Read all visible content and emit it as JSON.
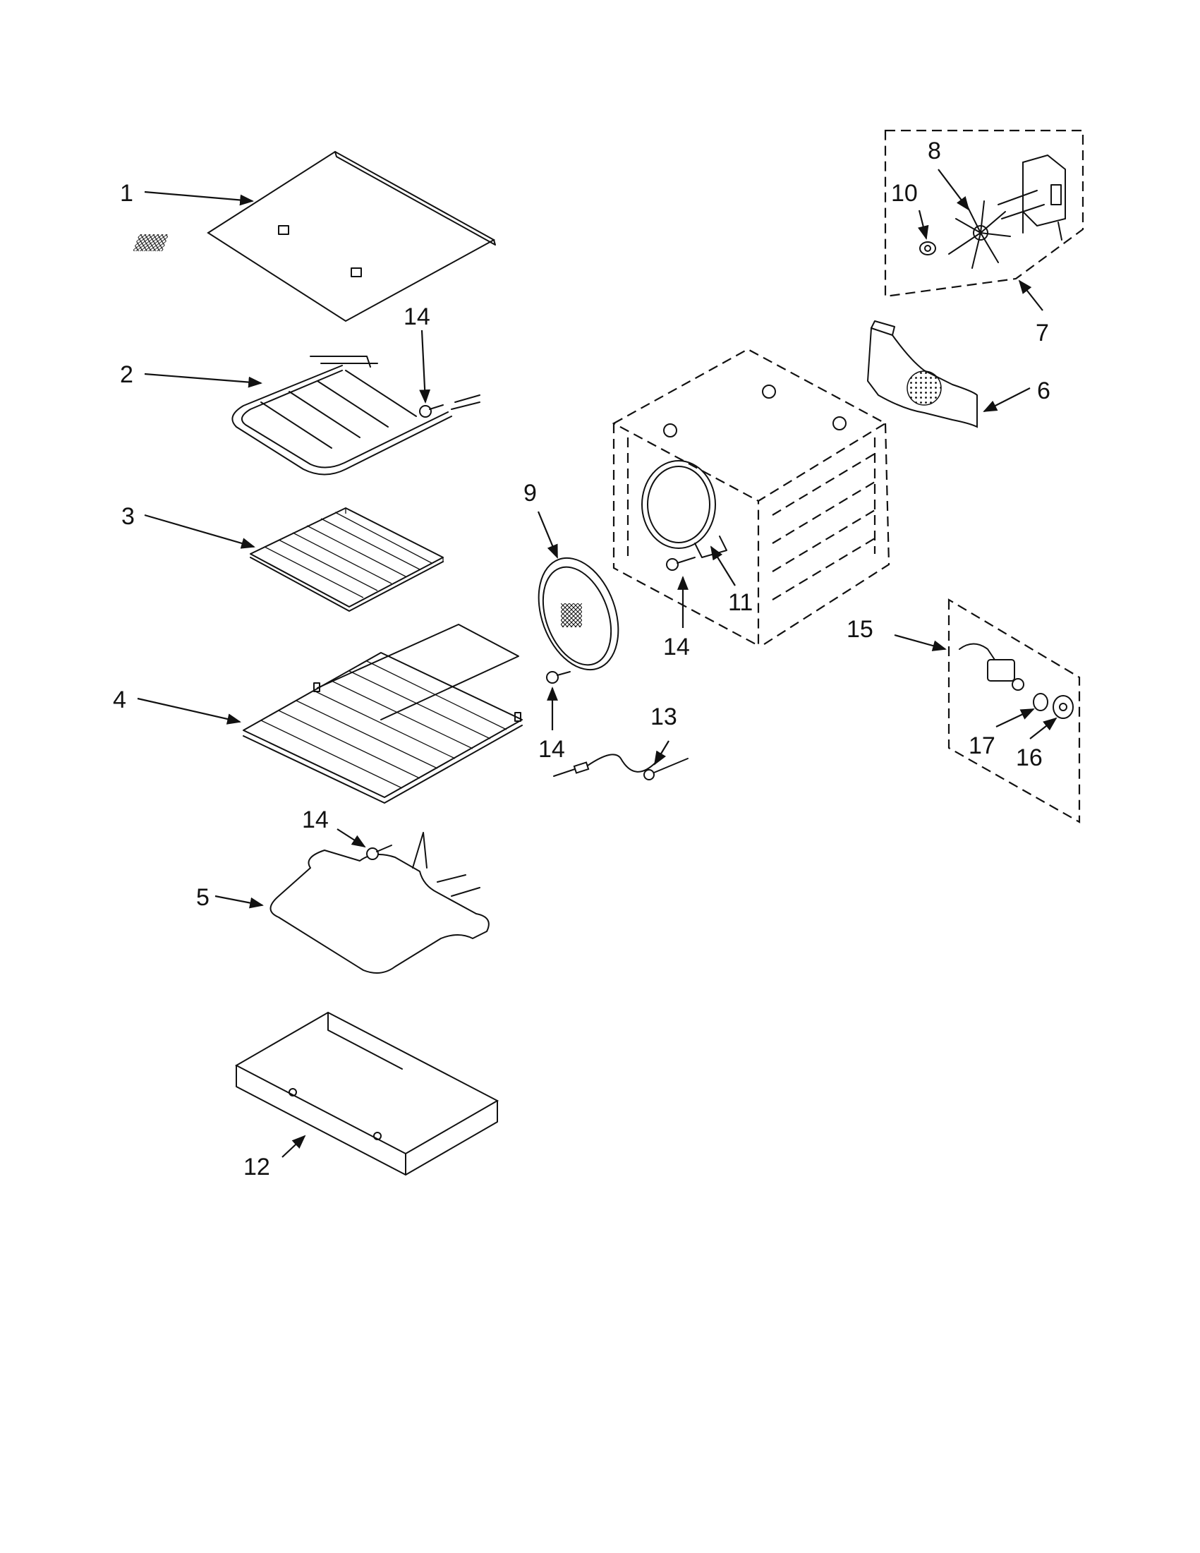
{
  "callouts": [
    "1",
    "2",
    "3",
    "4",
    "5",
    "6",
    "7",
    "8",
    "9",
    "10",
    "11",
    "12",
    "13",
    "14",
    "15",
    "16",
    "17"
  ],
  "colors": {
    "ink": "#111111",
    "paper": "#ffffff"
  }
}
